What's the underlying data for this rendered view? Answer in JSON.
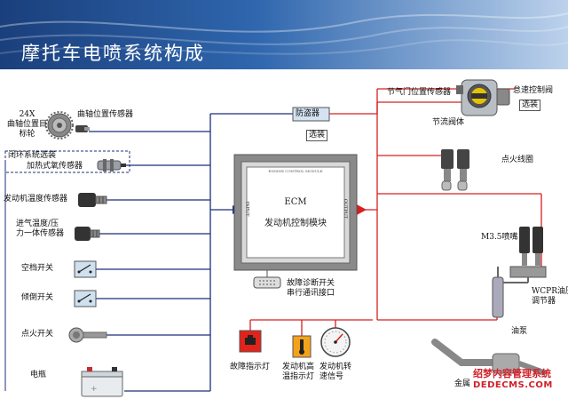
{
  "title": "摩托车电喷系统构成",
  "ecm": {
    "inner_label_top": "ENGINE CONTROL MODULE",
    "label": "ECM",
    "subtitle": "发动机控制模块",
    "input_label": "INPUT",
    "output_label": "OUTPUT"
  },
  "inputs": {
    "crank_wheel": "24X\n曲轴位置目\n标轮",
    "crank_sensor": "曲轴位置传感器",
    "closed_loop": "闭环系统选装",
    "o2_sensor": "加热式氧传感器",
    "coolant_sensor": "发动机温度传感器",
    "intake_sensor": "进气温度/压\n力一体传感器",
    "neutral_switch": "空档开关",
    "tilt_switch": "倾倒开关",
    "ignition_switch": "点火开关",
    "battery": "电瓶"
  },
  "top": {
    "immobilizer": "防盗器",
    "optional": "选装"
  },
  "outputs": {
    "tps": "节气门位置传感器",
    "idle_valve": "怠速控制阀",
    "optional": "选装",
    "throttle_body": "节流阀体",
    "ignition_coil": "点火线圈",
    "injector": "M3.5喷嘴",
    "regulator": "WCPR油压\n调节器",
    "fuel_pump": "油泵",
    "fuel_tank": "金属"
  },
  "bottom": {
    "diag_connector": "故障诊断开关\n串行通讯接口",
    "mil_lamp": "故障指示灯",
    "temp_lamp": "发动机高\n温指示灯",
    "tach": "发动机转\n速信号"
  },
  "watermark": {
    "line1": "绍梦内容管理系统",
    "line2": "DEDECMS.COM"
  },
  "colors": {
    "input_line": "#1c2f7a",
    "output_line": "#d62020",
    "header_dark": "#1a3f7c"
  }
}
